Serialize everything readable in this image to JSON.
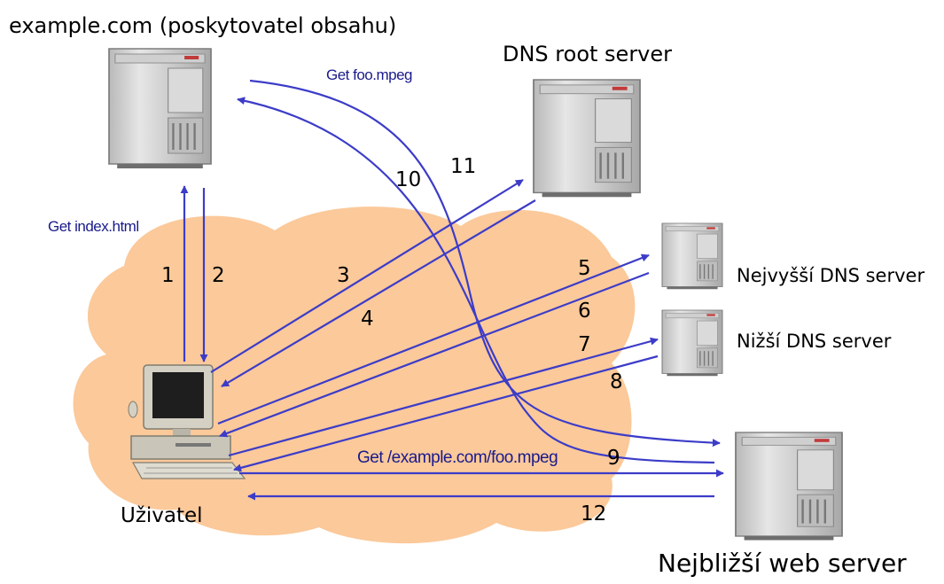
{
  "colors": {
    "arrow": "#3c3cc8",
    "cloud": "#fbc99a",
    "server_light": "#d6d6d6",
    "server_dark": "#8f8f8f",
    "label_blue": "#1a1a8c"
  },
  "nodes": {
    "content_provider": "example.com (poskytovatel obsahu)",
    "dns_root": "DNS root server",
    "top_dns": "Nejvyšší DNS server",
    "lower_dns": "Nižší DNS server",
    "user": "Uživatel",
    "nearest_web": "Nejbližší web server"
  },
  "requests": {
    "get_index": "Get index.html",
    "get_foo": "Get foo.mpeg",
    "get_example_foo": "Get /example.com/foo.mpeg"
  },
  "steps": [
    "1",
    "2",
    "3",
    "4",
    "5",
    "6",
    "7",
    "8",
    "9",
    "10",
    "11",
    "12"
  ],
  "icons": [
    "server-icon",
    "workstation-icon",
    "cloud-shape"
  ]
}
